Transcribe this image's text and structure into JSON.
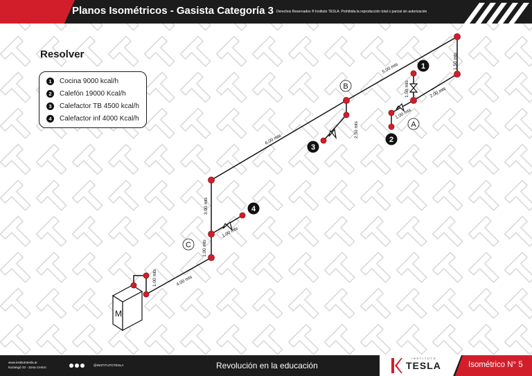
{
  "header": {
    "title": "Planos Isométricos - Gasista Categoría 3",
    "notice": "Derechos Reservados ® Instituto TESLA. Prohibida la reproducción total o parcial sin autorización"
  },
  "heading": "Resolver",
  "legend": [
    {
      "num": "1",
      "text": "Cocina 9000 kcal/h"
    },
    {
      "num": "2",
      "text": "Calefón 19000 Kcal/h"
    },
    {
      "num": "3",
      "text": "Calefactor TB 4500 kcal/h"
    },
    {
      "num": "4",
      "text": "Calefactor inf 4000 Kcal/h"
    }
  ],
  "diagram": {
    "meter": "M",
    "node_labels": [
      "A",
      "B",
      "C"
    ],
    "appliance_numbers": [
      "1",
      "2",
      "3",
      "4"
    ],
    "measures": [
      "4.00 mts",
      "1.00 mts",
      "1.00 mts",
      "1.00 mts",
      "3.00 mts",
      "6.00 mts",
      "2.50 mts",
      "5.00 mts",
      "1.50 mts",
      "2.00 mts",
      "1.50 mts",
      "1.00 mts"
    ]
  },
  "footer": {
    "website": "www.institutotesla.ar",
    "address": "Ituzaingó 32 - Zona Centro",
    "handle": "@INSTITUTOTESLA",
    "slogan": "Revolución en la educación",
    "brand": "TESLA",
    "brand_sub": "INSTITUTO",
    "page": "Isométrico N° 5"
  },
  "colors": {
    "accent": "#d21e2b",
    "dark": "#1c1c1c",
    "pipe": "#111111"
  }
}
